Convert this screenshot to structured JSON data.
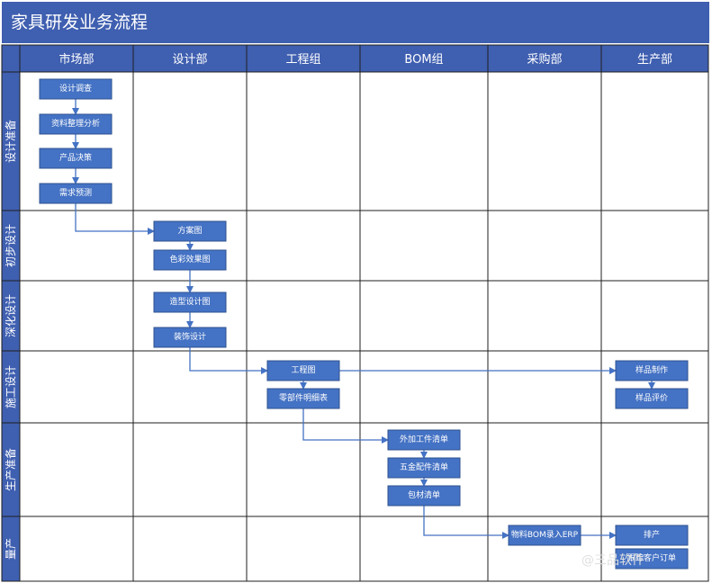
{
  "title": "家具研发业务流程",
  "columns": [
    "市场部",
    "设计部",
    "工程组",
    "BOM组",
    "采购部",
    "生产部"
  ],
  "rows": [
    "设计准备",
    "初步设计",
    "深化设计",
    "施工设计",
    "生产准备",
    "量产"
  ],
  "nodes": [
    {
      "id": "n1",
      "label": "设计调查",
      "col": 0,
      "row": 0,
      "slot": 0
    },
    {
      "id": "n2",
      "label": "资料整理分析",
      "col": 0,
      "row": 0,
      "slot": 1
    },
    {
      "id": "n3",
      "label": "产品决策",
      "col": 0,
      "row": 0,
      "slot": 2
    },
    {
      "id": "n4",
      "label": "需求预测",
      "col": 0,
      "row": 0,
      "slot": 3
    },
    {
      "id": "n5",
      "label": "方案图",
      "col": 1,
      "row": 1,
      "slot": 0
    },
    {
      "id": "n6",
      "label": "色彩效果图",
      "col": 1,
      "row": 1,
      "slot": 1
    },
    {
      "id": "n7",
      "label": "造型设计图",
      "col": 1,
      "row": 2,
      "slot": 0
    },
    {
      "id": "n8",
      "label": "装饰设计",
      "col": 1,
      "row": 2,
      "slot": 1
    },
    {
      "id": "n9",
      "label": "工程图",
      "col": 2,
      "row": 3,
      "slot": 0
    },
    {
      "id": "n10",
      "label": "零部件明细表",
      "col": 2,
      "row": 3,
      "slot": 1
    },
    {
      "id": "n11",
      "label": "样品制作",
      "col": 5,
      "row": 3,
      "slot": 0
    },
    {
      "id": "n12",
      "label": "样品评价",
      "col": 5,
      "row": 3,
      "slot": 1
    },
    {
      "id": "n13",
      "label": "外加工件清单",
      "col": 3,
      "row": 4,
      "slot": 0
    },
    {
      "id": "n14",
      "label": "五金配件清单",
      "col": 3,
      "row": 4,
      "slot": 1
    },
    {
      "id": "n15",
      "label": "包材清单",
      "col": 3,
      "row": 4,
      "slot": 2
    },
    {
      "id": "n16",
      "label": "物料BOM录入ERP",
      "col": 4,
      "row": 5,
      "slot": 0
    },
    {
      "id": "n17",
      "label": "排产",
      "col": 5,
      "row": 5,
      "slot": 0
    },
    {
      "id": "n18",
      "label": "跟踪客户订单",
      "col": 5,
      "row": 5,
      "slot": 1
    }
  ],
  "edges": [
    [
      "n1",
      "n2"
    ],
    [
      "n2",
      "n3"
    ],
    [
      "n3",
      "n4"
    ],
    [
      "n4",
      "n5"
    ],
    [
      "n5",
      "n6"
    ],
    [
      "n6",
      "n7"
    ],
    [
      "n7",
      "n8"
    ],
    [
      "n8",
      "n9"
    ],
    [
      "n9",
      "n10"
    ],
    [
      "n9",
      "n11"
    ],
    [
      "n11",
      "n12"
    ],
    [
      "n10",
      "n13"
    ],
    [
      "n13",
      "n14"
    ],
    [
      "n14",
      "n15"
    ],
    [
      "n15",
      "n16"
    ],
    [
      "n16",
      "n17"
    ]
  ],
  "watermark": "@三品软件"
}
